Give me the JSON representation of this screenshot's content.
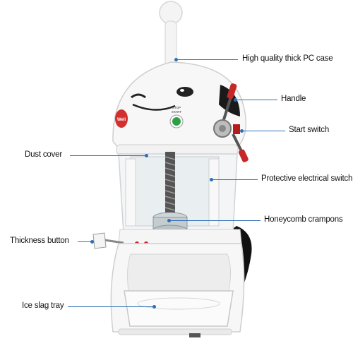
{
  "callouts": {
    "pc_case": "High quality thick PC case",
    "handle": "Handle",
    "start_switch": "Start switch",
    "dust_cover": "Dust cover",
    "protective_switch": "Protective electrical switch",
    "honeycomb": "Honeycomb crampons",
    "thickness_button": "Thickness button",
    "ice_tray": "Ice slag tray"
  },
  "product": {
    "brand_badge": "Well",
    "start_label": "START",
    "stop_label": "STOP"
  },
  "colors": {
    "callout_line": "#2f6fb3",
    "handle_red": "#c62828",
    "brand_red": "#d32f2f",
    "start_green": "#2e9e48",
    "body_white": "#f7f7f7",
    "black_panel": "#111111"
  }
}
